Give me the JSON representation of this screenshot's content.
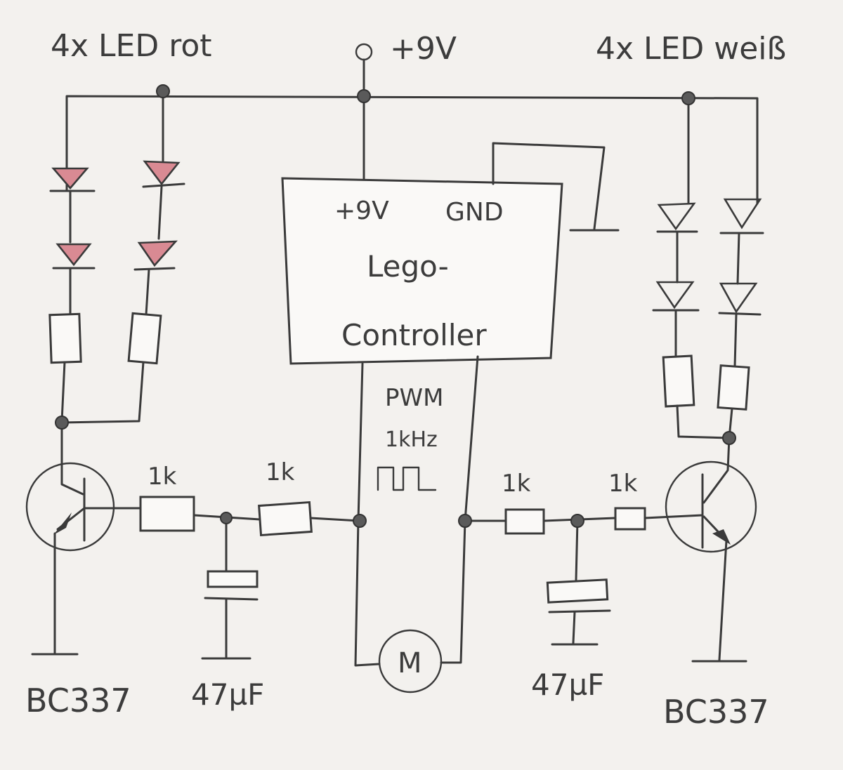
{
  "labels": {
    "leds_red": "4x LED rot",
    "supply": "+9V",
    "leds_white": "4x LED weiß",
    "controller_vplus": "+9V",
    "controller_gnd": "GND",
    "controller_name_1": "Lego-",
    "controller_name_2": "Controller",
    "pwm_1": "PWM",
    "pwm_2": "1kHz",
    "motor": "M",
    "res_left_1": "1k",
    "res_left_2": "1k",
    "res_right_1": "1k",
    "res_right_2": "1k",
    "cap_left": "47µF",
    "cap_right": "47µF",
    "transistor_left": "BC337",
    "transistor_right": "BC337"
  },
  "colors": {
    "ink": "#3a3a3a",
    "paper": "#f3f1ee",
    "led_red_fill": "#d98a93"
  },
  "icons": {
    "pwm_waveform": "square-wave-icon"
  }
}
